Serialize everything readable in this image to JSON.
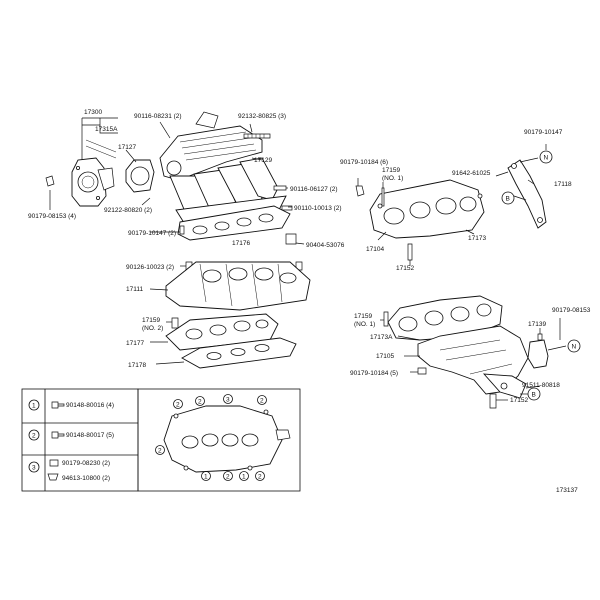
{
  "labels": {
    "p17300": "17300",
    "p17315A": "17315A",
    "p90116_08231": "90116-08231 (2)",
    "p92132": "92132-80825 (3)",
    "p17127": "17127",
    "p17129": "17129",
    "p90116_06127": "90116-06127 (2)",
    "p92122": "92122-80820 (2)",
    "p90110": "90110-10013 (2)",
    "p90179_08153_4": "90179-08153 (4)",
    "p90179_10147_2": "90179-10147 (2)",
    "p17176": "17176",
    "p90404": "90404-53076",
    "p90126": "90126-10023 (2)",
    "p17111": "17111",
    "p17159_no2": "17159",
    "p17159_no2_sub": "(NO. 2)",
    "p17177": "17177",
    "p17178": "17178",
    "p90179_10184_6": "90179-10184 (6)",
    "p17159_no1a": "17159",
    "p17159_no1a_sub": "(NO. 1)",
    "p91642": "91642-61025",
    "p90179_10147": "90179-10147",
    "pN1": "N",
    "pB1": "B",
    "p17118": "17118",
    "p17104": "17104",
    "p17173": "17173",
    "p17152a": "17152",
    "p17159_no1b": "17159",
    "p17159_no1b_sub": "(NO. 1)",
    "p17173A": "17173A",
    "p17139": "17139",
    "p90179_08153": "90179-08153",
    "pN2": "N",
    "p17105": "17105",
    "p90179_10184_5": "90179-10184 (5)",
    "pB2": "B",
    "p91511": "91511-80818",
    "p17152b": "17152",
    "diagram_id": "173137"
  },
  "legend": {
    "row1_num": "1",
    "row1_part": "90148-80016 (4)",
    "row2_num": "2",
    "row2_part": "90148-80017 (5)",
    "row3_num": "3",
    "row3_part_a": "90179-08230 (2)",
    "row3_part_b": "94613-10800 (2)",
    "callout_1": "1",
    "callout_2": "2",
    "callout_3": "3"
  }
}
